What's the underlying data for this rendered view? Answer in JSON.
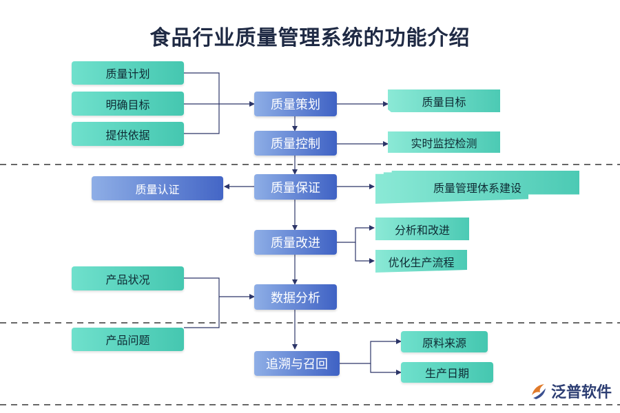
{
  "title": "食品行业质量管理系统的功能介绍",
  "left_inputs": [
    "质量计划",
    "明确目标",
    "提供依据"
  ],
  "center_steps": [
    "质量策划",
    "质量控制",
    "质量保证",
    "质量改进",
    "数据分析",
    "追溯与召回"
  ],
  "right_outputs": {
    "planning_goal": "质量目标",
    "control_monitor": "实时监控检测",
    "assurance_system": "质量管理体系建设",
    "improve_analysis": "分析和改进",
    "improve_flow": "优化生产流程",
    "trace_source": "原料来源",
    "trace_date": "生产日期"
  },
  "assurance_left": "质量认证",
  "analysis_inputs": [
    "产品状况",
    "产品问题"
  ],
  "logo": {
    "text": "泛普软件",
    "icon": "fanpu-logo-icon"
  }
}
